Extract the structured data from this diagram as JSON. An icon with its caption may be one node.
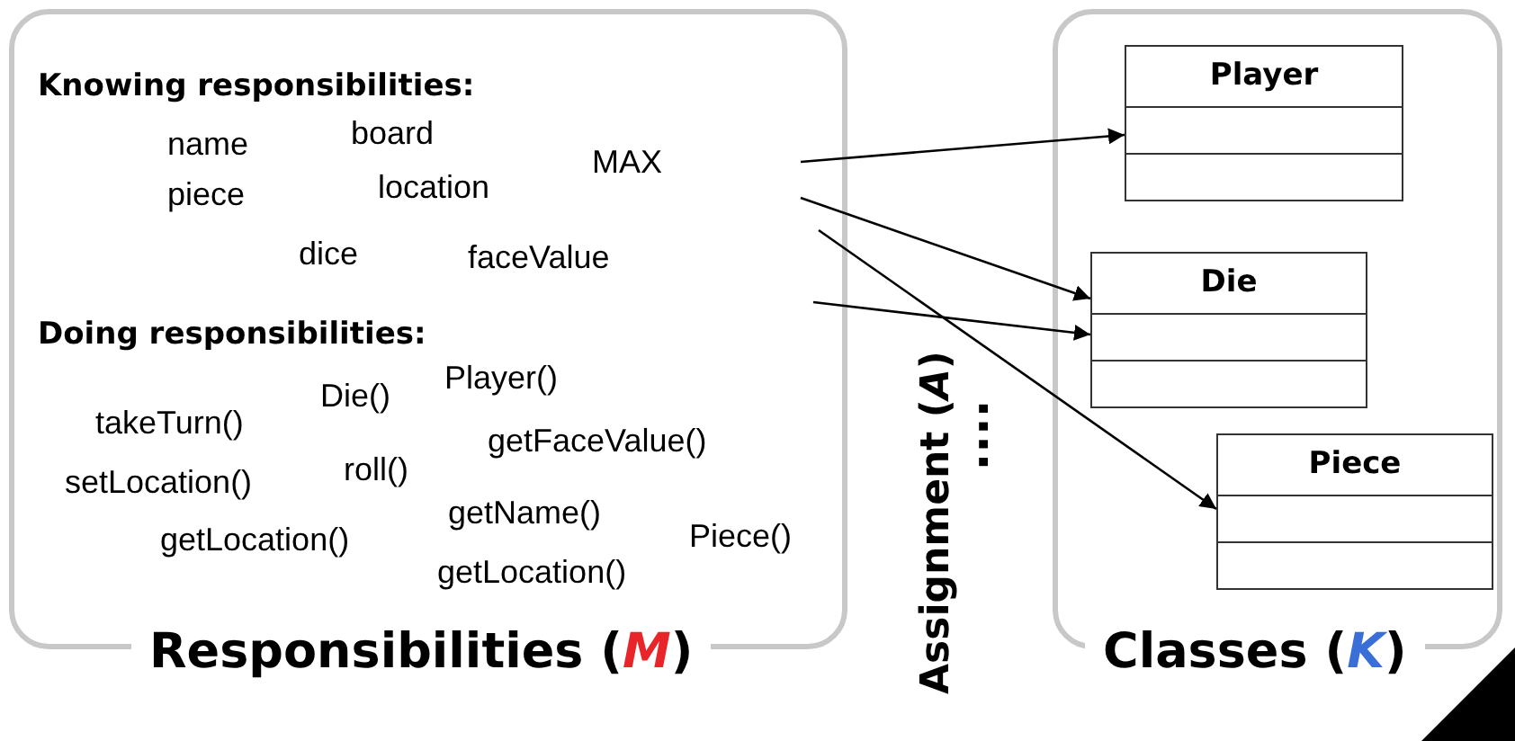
{
  "diagram": {
    "nodes": [
      {
        "text": [
          "Knowing responsibilities:",
          "name",
          "board",
          "MAX",
          "piece",
          "location",
          "dice",
          "faceValue",
          "Doing responsibilities:",
          "Player()",
          "takeTurn()",
          "Die()",
          "getFaceValue()",
          "setLocation()",
          "roll()",
          "getName()",
          "Piece()",
          "getLocation()",
          "getLocation()",
          "Responsibilities (*M*)"
        ]
      },
      {
        "text": [
          "Classes (*K*)"
        ]
      },
      {
        "text": [
          "Player"
        ],
        "in": 1
      },
      {
        "text": [
          "Die"
        ],
        "in": 1
      },
      {
        "text": [
          "Piece"
        ],
        "in": 1
      }
    ],
    "edges": [
      {
        "from": 0,
        "to": 2,
        "arrow": "to"
      },
      {
        "from": 0,
        "to": 3,
        "arrow": "to"
      },
      {
        "from": 0,
        "to": 3,
        "arrow": "to"
      },
      {
        "from": 0,
        "to": 4,
        "arrow": "to"
      }
    ],
    "labels": [
      "Assignment (*A*)",
      "...."
    ]
  }
}
